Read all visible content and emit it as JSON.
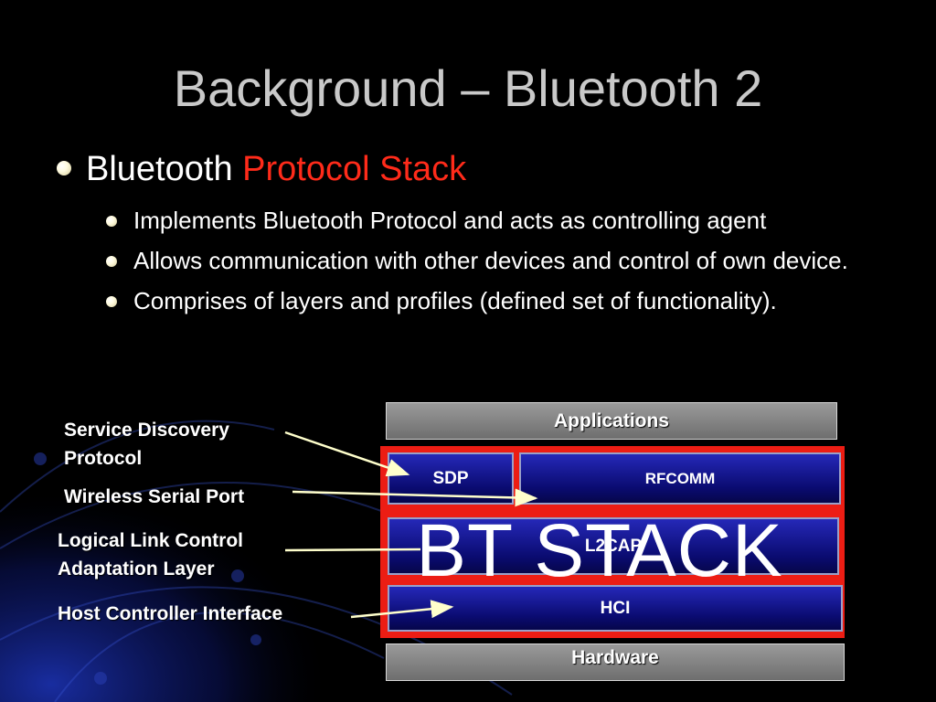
{
  "slide": {
    "title": "Background – Bluetooth 2",
    "main_bullet": {
      "text": "Bluetooth",
      "accent": "Protocol Stack"
    },
    "sub_bullets": [
      "Implements Bluetooth Protocol and acts as controlling agent",
      "Allows communication with other devices and control of own device.",
      "Comprises of layers and profiles (defined set of functionality)."
    ]
  },
  "diagram": {
    "stack_overlay": "BT STACK",
    "layers": {
      "applications": "Applications",
      "sdp": "SDP",
      "rfcomm": "RFCOMM",
      "l2cap": "L2CAP",
      "hci": "HCI",
      "hardware": "Hardware"
    },
    "callouts": {
      "sdp": "Service Discovery Protocol",
      "rfcomm": "Wireless Serial Port",
      "l2cap": "Logical Link Control Adaptation Layer",
      "hci": "Host Controller Interface"
    }
  },
  "colors": {
    "background": "#000000",
    "accent_red": "#ff2b1a",
    "stack_frame": "#ec1d14",
    "layer_blue": "#0a0b70",
    "callout_line": "#ffffcc"
  }
}
